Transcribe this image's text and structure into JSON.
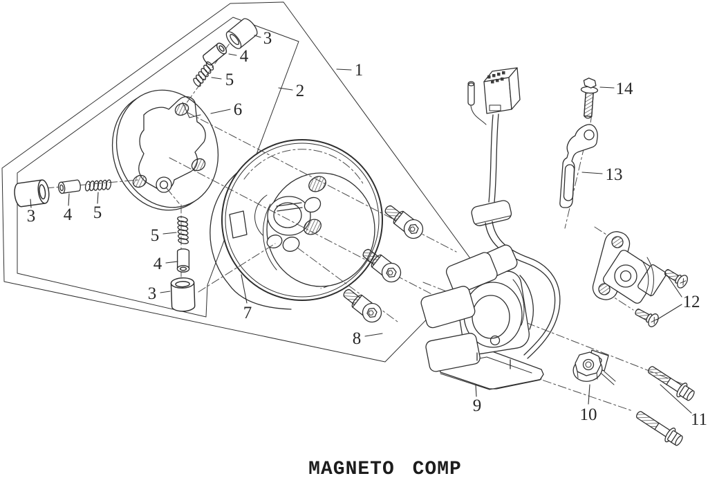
{
  "diagram": {
    "title": "MAGNETO COMP",
    "callouts": [
      {
        "label": "1"
      },
      {
        "label": "2"
      },
      {
        "label": "3"
      },
      {
        "label": "4"
      },
      {
        "label": "5"
      },
      {
        "label": "6"
      },
      {
        "label": "3"
      },
      {
        "label": "4"
      },
      {
        "label": "5"
      },
      {
        "label": "5"
      },
      {
        "label": "4"
      },
      {
        "label": "3"
      },
      {
        "label": "7"
      },
      {
        "label": "8"
      },
      {
        "label": "9"
      },
      {
        "label": "10"
      },
      {
        "label": "11"
      },
      {
        "label": "12"
      },
      {
        "label": "13"
      },
      {
        "label": "14"
      }
    ]
  },
  "colors": {
    "line": "#2e2e2e",
    "background": "#ffffff"
  }
}
